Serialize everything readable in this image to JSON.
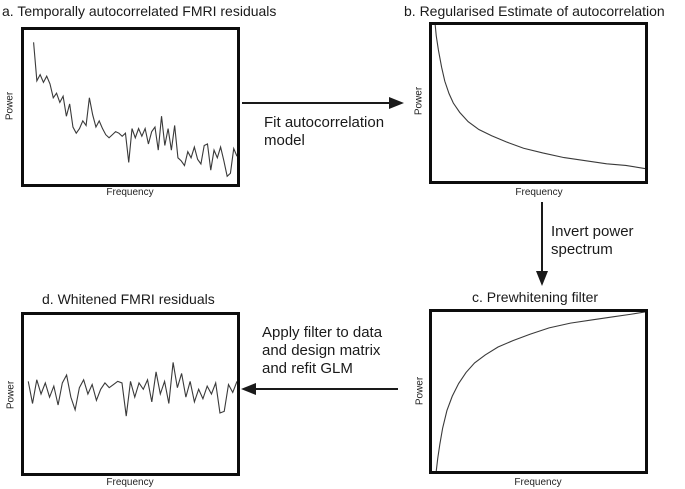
{
  "figure": {
    "description_colors": {
      "background": "#ffffff",
      "box_border": "#0d0d0d",
      "curve": "#3a3a3a",
      "text": "#1a1a1a"
    }
  },
  "panels": {
    "a": {
      "title": "a. Temporally autocorrelated FMRI residuals",
      "xlabel": "Frequency",
      "ylabel": "Power",
      "series": {
        "type": "line",
        "x_start": 0.045,
        "x_end": 1.0,
        "values": [
          0.08,
          0.33,
          0.29,
          0.34,
          0.3,
          0.35,
          0.44,
          0.41,
          0.47,
          0.43,
          0.56,
          0.48,
          0.63,
          0.67,
          0.64,
          0.59,
          0.62,
          0.44,
          0.55,
          0.63,
          0.59,
          0.64,
          0.68,
          0.7,
          0.68,
          0.66,
          0.67,
          0.69,
          0.67,
          0.86,
          0.64,
          0.7,
          0.64,
          0.69,
          0.64,
          0.74,
          0.66,
          0.63,
          0.78,
          0.56,
          0.75,
          0.64,
          0.78,
          0.62,
          0.83,
          0.85,
          0.88,
          0.79,
          0.83,
          0.76,
          0.84,
          0.87,
          0.75,
          0.74,
          0.91,
          0.78,
          0.83,
          0.76,
          0.85,
          0.95,
          0.93,
          0.77,
          0.82
        ]
      }
    },
    "b": {
      "title": "b. Regularised Estimate of autocorrelation",
      "xlabel": "Frequency",
      "ylabel": "Power",
      "series": {
        "type": "line",
        "points": [
          [
            0.015,
            0.0
          ],
          [
            0.02,
            0.07
          ],
          [
            0.03,
            0.16
          ],
          [
            0.045,
            0.27
          ],
          [
            0.06,
            0.36
          ],
          [
            0.08,
            0.44
          ],
          [
            0.1,
            0.5
          ],
          [
            0.13,
            0.56
          ],
          [
            0.17,
            0.62
          ],
          [
            0.22,
            0.67
          ],
          [
            0.28,
            0.71
          ],
          [
            0.35,
            0.75
          ],
          [
            0.43,
            0.79
          ],
          [
            0.52,
            0.82
          ],
          [
            0.62,
            0.85
          ],
          [
            0.72,
            0.87
          ],
          [
            0.82,
            0.89
          ],
          [
            0.91,
            0.9
          ],
          [
            1.0,
            0.92
          ]
        ]
      }
    },
    "c": {
      "title": "c. Prewhitening filter",
      "xlabel": "Frequency",
      "ylabel": "Power",
      "series": {
        "type": "line",
        "points": [
          [
            0.02,
            1.0
          ],
          [
            0.027,
            0.92
          ],
          [
            0.037,
            0.83
          ],
          [
            0.05,
            0.73
          ],
          [
            0.07,
            0.62
          ],
          [
            0.095,
            0.53
          ],
          [
            0.125,
            0.45
          ],
          [
            0.16,
            0.38
          ],
          [
            0.2,
            0.32
          ],
          [
            0.25,
            0.27
          ],
          [
            0.31,
            0.22
          ],
          [
            0.38,
            0.18
          ],
          [
            0.46,
            0.14
          ],
          [
            0.55,
            0.1
          ],
          [
            0.65,
            0.07
          ],
          [
            0.75,
            0.05
          ],
          [
            0.85,
            0.03
          ],
          [
            0.93,
            0.015
          ],
          [
            1.0,
            0.0
          ]
        ]
      }
    },
    "d": {
      "title": "d. Whitened FMRI residuals",
      "xlabel": "Frequency",
      "ylabel": "Power",
      "series": {
        "type": "line",
        "x_start": 0.02,
        "x_end": 1.0,
        "values": [
          0.42,
          0.56,
          0.41,
          0.5,
          0.43,
          0.52,
          0.45,
          0.57,
          0.43,
          0.38,
          0.52,
          0.6,
          0.46,
          0.41,
          0.5,
          0.44,
          0.54,
          0.47,
          0.43,
          0.46,
          0.44,
          0.42,
          0.43,
          0.64,
          0.42,
          0.52,
          0.43,
          0.47,
          0.41,
          0.55,
          0.36,
          0.5,
          0.42,
          0.56,
          0.3,
          0.46,
          0.37,
          0.52,
          0.42,
          0.55,
          0.47,
          0.53,
          0.45,
          0.5,
          0.43,
          0.62,
          0.61,
          0.44,
          0.49,
          0.42
        ]
      }
    }
  },
  "arrows": {
    "fit": {
      "label": "Fit autocorrelation model",
      "lines": [
        "Fit autocorrelation",
        "model"
      ],
      "direction": "right",
      "from": "a",
      "to": "b"
    },
    "invert": {
      "label": "Invert power spectrum",
      "lines": [
        "Invert power",
        "spectrum"
      ],
      "direction": "down",
      "from": "b",
      "to": "c"
    },
    "apply": {
      "label": "Apply filter to data and design matrix and refit GLM",
      "lines": [
        "Apply filter to data",
        "and design matrix",
        "and refit GLM"
      ],
      "direction": "left",
      "from": "c",
      "to": "d"
    }
  }
}
